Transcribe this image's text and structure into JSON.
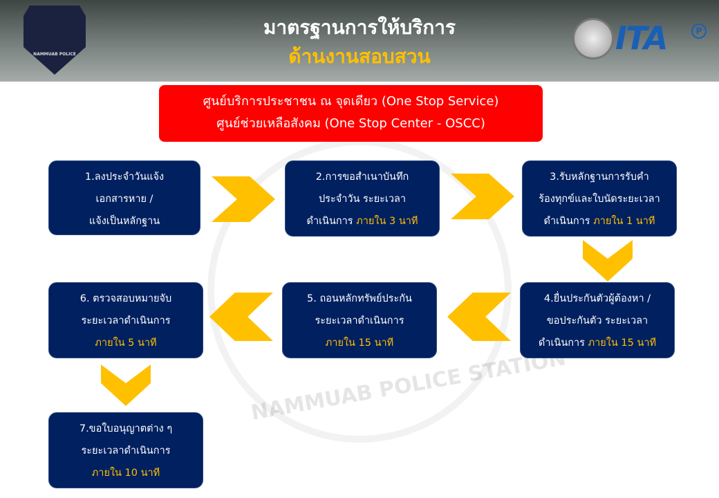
{
  "header": {
    "title": "มาตรฐานการให้บริการ",
    "subtitle": "ด้านงานสอบสวน",
    "badge_text": "NAMMUAB POLICE",
    "ita_logo": "ITA",
    "ita_mark": "P"
  },
  "watermark": "NAMMUAB POLICE STATION",
  "banner": {
    "line1": "ศูนย์บริการประชาชน ณ จุดเดียว (One Stop Service)",
    "line2": "ศูนย์ช่วยเหลือสังคม (One Stop Center - OSCC)"
  },
  "steps": [
    {
      "l1": "1.ลงประจำวันแจ้ง",
      "l2": "เอกสารหาย /",
      "l3": "แจ้งเป็นหลักฐาน"
    },
    {
      "l1": "2.การขอสำเนาบันทึก",
      "l2": "ประจำวัน ระยะเวลา",
      "l3": "ดำเนินการ",
      "time": "ภายใน 3 นาที"
    },
    {
      "l1": "3.รับหลักฐานการรับคำ",
      "l2": "ร้องทุกข์และใบนัดระยะเวลา",
      "l3": "ดำเนินการ",
      "time": "ภายใน 1 นาที"
    },
    {
      "l1": "4.ยื่นประกันตัวผู้ต้องหา /",
      "l2": "ขอประกันตัว ระยะเวลา",
      "l3": "ดำเนินการ",
      "time": "ภายใน 15 นาที"
    },
    {
      "l1": "5. ถอนหลักทรัพย์ประกัน",
      "l2": "ระยะเวลาดำเนินการ",
      "time": "ภายใน 15 นาที"
    },
    {
      "l1": "6. ตรวจสอบหมายจับ",
      "l2": "ระยะเวลาดำเนินการ",
      "time": "ภายใน 5 นาที"
    },
    {
      "l1": "7.ขอใบอนุญาตต่าง ๆ",
      "l2": "ระยะเวลาดำเนินการ",
      "time": "ภายใน 10 นาที"
    }
  ],
  "colors": {
    "box": "#002060",
    "accent": "#ffc000",
    "banner": "#ff0000"
  }
}
